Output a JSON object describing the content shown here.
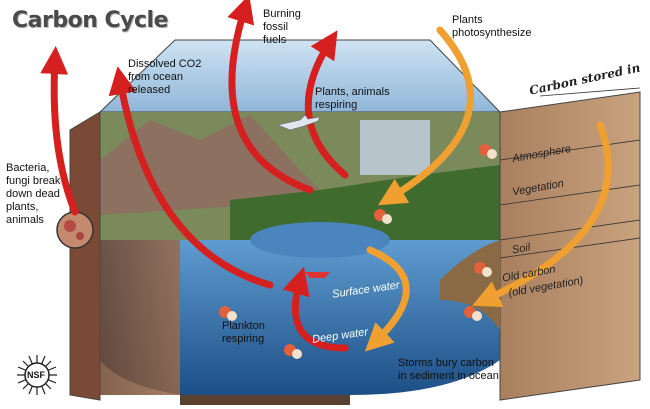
{
  "title": "Carbon Cycle",
  "labels": {
    "bacteria": "Bacteria,\nfungi break\ndown dead\nplants,\nanimals",
    "dissolved_co2": "Dissolved CO2\nfrom ocean\nreleased",
    "burning_fuels": "Burning\nfossil\nfuels",
    "plants_respiring": "Plants, animals\nrespiring",
    "plants_photosynthesize": "Plants\nphotosynthesize",
    "plankton": "Plankton\nrespiring",
    "storms": "Storms bury carbon\nin sediment in ocean",
    "surface_water": "Surface water",
    "deep_water": "Deep water"
  },
  "carbon_stored": {
    "heading": "Carbon stored in",
    "atmosphere": "Atmosphere",
    "vegetation": "Vegetation",
    "soil": "Soil",
    "old_carbon": "Old carbon",
    "old_vegetation": "(old vegetation)"
  },
  "logo": "NSF",
  "colors": {
    "release_arrow": "#d62020",
    "uptake_arrow": "#f0a030",
    "sky": "#9cc4e4",
    "water": "#2f6fa8",
    "soil": "#8a5a3c"
  }
}
